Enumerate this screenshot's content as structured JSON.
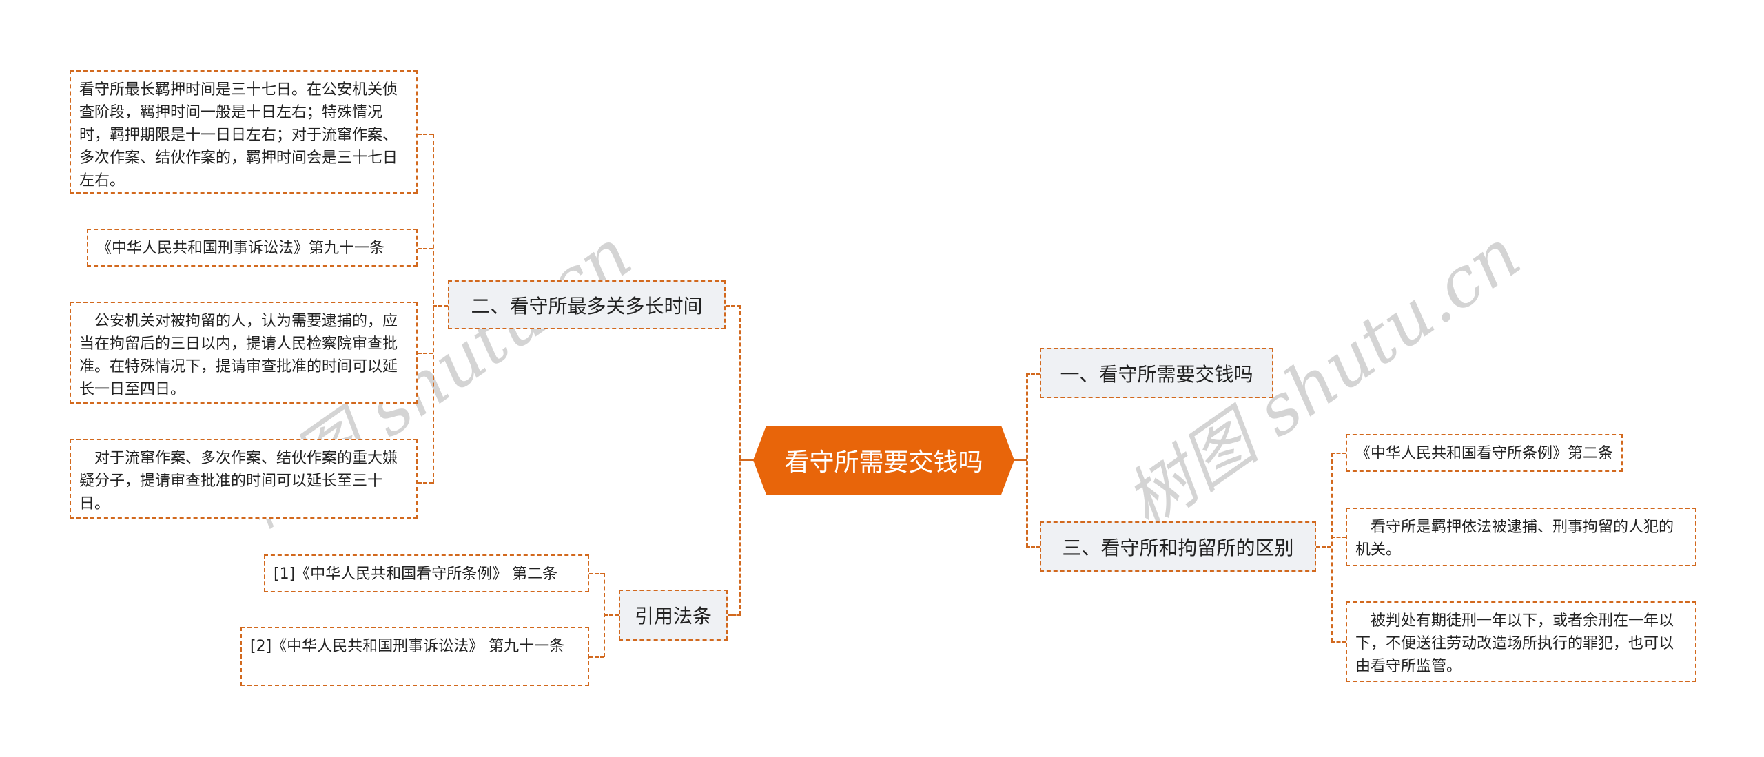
{
  "root": {
    "label": "看守所需要交钱吗",
    "color": "#e8650a"
  },
  "left_branches": [
    {
      "label": "二、看守所最多关多长时间",
      "children": [
        "看守所最长羁押时间是三十七日。在公安机关侦查阶段，羁押时间一般是十日左右；特殊情况时，羁押期限是十一日日左右；对于流窜作案、多次作案、结伙作案的，羁押时间会是三十七日左右。",
        "《中华人民共和国刑事诉讼法》第九十一条",
        "　公安机关对被拘留的人，认为需要逮捕的，应当在拘留后的三日以内，提请人民检察院审查批准。在特殊情况下，提请审查批准的时间可以延长一日至四日。",
        "　对于流窜作案、多次作案、结伙作案的重大嫌疑分子，提请审查批准的时间可以延长至三十日。"
      ]
    },
    {
      "label": "引用法条",
      "children": [
        "[1]《中华人民共和国看守所条例》 第二条",
        "[2]《中华人民共和国刑事诉讼法》 第九十一条"
      ]
    }
  ],
  "right_branches": [
    {
      "label": "一、看守所需要交钱吗",
      "children": []
    },
    {
      "label": "三、看守所和拘留所的区别",
      "children": [
        "《中华人民共和国看守所条例》第二条",
        "　看守所是羁押依法被逮捕、刑事拘留的人犯的机关。",
        "　被判处有期徒刑一年以下，或者余刑在一年以下，不便送往劳动改造场所执行的罪犯，也可以由看守所监管。"
      ]
    }
  ],
  "watermarks": [
    "树图 shutu.cn",
    "树图 shutu.cn"
  ],
  "colors": {
    "accent": "#e8650a",
    "border": "#d2691e",
    "branch_bg": "#eff1f4"
  }
}
